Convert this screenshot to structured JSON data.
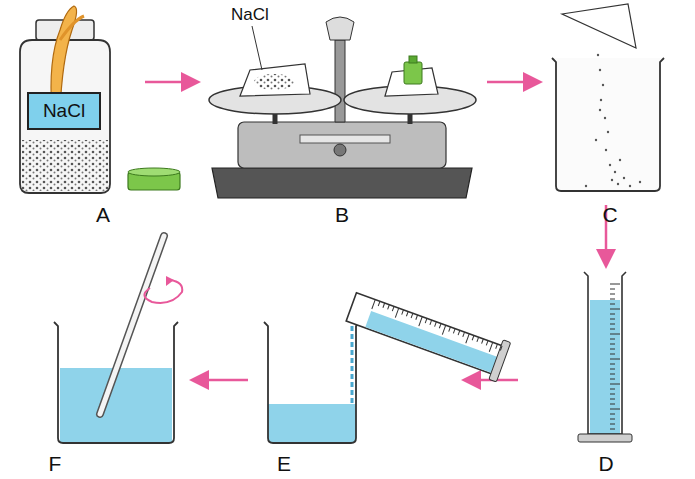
{
  "diagram": {
    "nodes": [
      {
        "text": [
          "NaCl"
        ]
      }
    ],
    "labels": [
      "NaCl",
      "A",
      "B",
      "C",
      "D",
      "E",
      "F"
    ]
  }
}
